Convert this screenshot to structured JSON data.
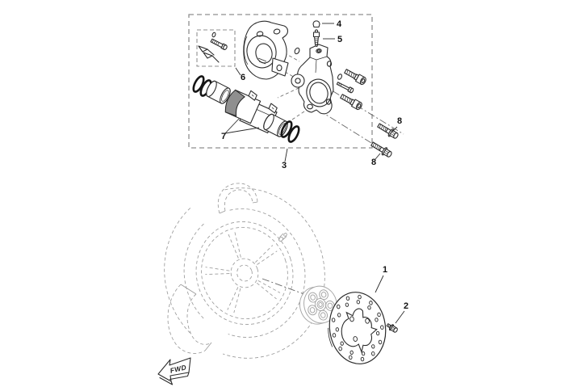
{
  "callouts": [
    {
      "part": "1"
    },
    {
      "part": "2"
    },
    {
      "part": "3"
    },
    {
      "part": "4"
    },
    {
      "part": "5"
    },
    {
      "part": "6"
    },
    {
      "part": "7"
    },
    {
      "part": "8"
    },
    {
      "part": "8"
    }
  ],
  "direction_indicator": {
    "label": "FWD"
  },
  "colors": {
    "background": "#ffffff",
    "line": "#2b2b2b",
    "ghost_line": "#9b9b9b",
    "dashed_box": "#8f8f8f",
    "pad_friction": "#8f8f8f",
    "hub_line": "#a5a5a5",
    "label_text": "#111111"
  }
}
